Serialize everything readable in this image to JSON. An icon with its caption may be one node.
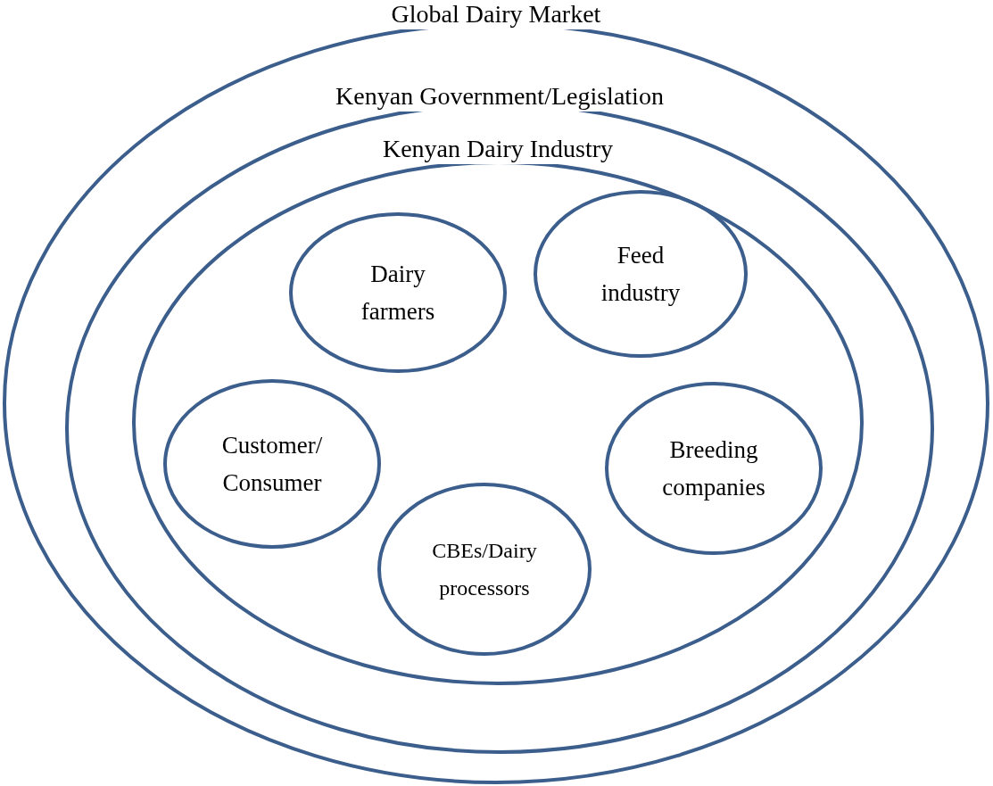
{
  "diagram": {
    "nodes": [
      {
        "text": [
          "Global Dairy Market"
        ]
      },
      {
        "text": [
          "Kenyan Government/Legislation"
        ],
        "in": 0
      },
      {
        "text": [
          "Kenyan Dairy Industry"
        ],
        "in": 1
      },
      {
        "text": [
          "Dairy farmers"
        ],
        "in": 2
      },
      {
        "text": [
          "Feed industry"
        ],
        "in": 2
      },
      {
        "text": [
          "Customer/ Consumer"
        ],
        "in": 2
      },
      {
        "text": [
          "Breeding companies"
        ],
        "in": 2
      },
      {
        "text": [
          "CBEs/Dairy processors"
        ],
        "in": 2
      }
    ]
  }
}
